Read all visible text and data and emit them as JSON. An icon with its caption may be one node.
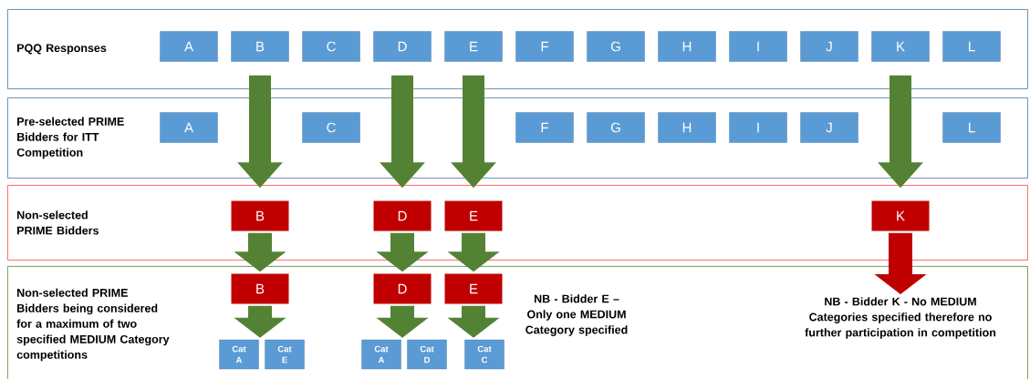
{
  "diagram": {
    "nodes": [
      {
        "text": [
          "PQQ Responses"
        ]
      },
      {
        "text": [
          "A"
        ],
        "in": 0
      },
      {
        "text": [
          "B"
        ],
        "in": 0
      },
      {
        "text": [
          "C"
        ],
        "in": 0
      },
      {
        "text": [
          "D"
        ],
        "in": 0
      },
      {
        "text": [
          "E"
        ],
        "in": 0
      },
      {
        "text": [
          "F"
        ],
        "in": 0
      },
      {
        "text": [
          "G"
        ],
        "in": 0
      },
      {
        "text": [
          "H"
        ],
        "in": 0
      },
      {
        "text": [
          "I"
        ],
        "in": 0
      },
      {
        "text": [
          "J"
        ],
        "in": 0
      },
      {
        "text": [
          "K"
        ],
        "in": 0
      },
      {
        "text": [
          "L"
        ],
        "in": 0
      },
      {
        "text": [
          "Pre-selected PRIME Bidders for ITT Competition"
        ]
      },
      {
        "text": [
          "A"
        ],
        "in": 13
      },
      {
        "text": [
          "C"
        ],
        "in": 13
      },
      {
        "text": [
          "F"
        ],
        "in": 13
      },
      {
        "text": [
          "G"
        ],
        "in": 13
      },
      {
        "text": [
          "H"
        ],
        "in": 13
      },
      {
        "text": [
          "I"
        ],
        "in": 13
      },
      {
        "text": [
          "J"
        ],
        "in": 13
      },
      {
        "text": [
          "L"
        ],
        "in": 13
      },
      {
        "text": [
          "Non-selected PRIME Bidders"
        ]
      },
      {
        "text": [
          "B"
        ],
        "in": 22
      },
      {
        "text": [
          "D"
        ],
        "in": 22
      },
      {
        "text": [
          "E"
        ],
        "in": 22
      },
      {
        "text": [
          "K"
        ],
        "in": 22
      },
      {
        "text": [
          "Non-selected PRIME Bidders being considered for a maximum of two specified MEDIUM Category competitions"
        ]
      },
      {
        "text": [
          "B"
        ],
        "in": 27
      },
      {
        "text": [
          "D"
        ],
        "in": 27
      },
      {
        "text": [
          "E"
        ],
        "in": 27
      },
      {
        "text": [
          "Cat A"
        ],
        "in": 27
      },
      {
        "text": [
          "Cat E"
        ],
        "in": 27
      },
      {
        "text": [
          "Cat A"
        ],
        "in": 27
      },
      {
        "text": [
          "Cat D"
        ],
        "in": 27
      },
      {
        "text": [
          "Cat C"
        ],
        "in": 27
      },
      {
        "text": [
          "NB - Bidder K - No MEDIUM Categories specified therefore no further participation in competition"
        ],
        "in": 27
      }
    ],
    "edges": [
      {
        "from": 2,
        "to": 23,
        "arrow": "to"
      },
      {
        "from": 4,
        "to": 24,
        "arrow": "to"
      },
      {
        "from": 5,
        "to": 25,
        "arrow": "to"
      },
      {
        "from": 11,
        "to": 26,
        "arrow": "to"
      },
      {
        "from": 23,
        "to": 28,
        "arrow": "to"
      },
      {
        "from": 24,
        "to": 29,
        "arrow": "to"
      },
      {
        "from": 25,
        "to": 30,
        "arrow": "to"
      },
      {
        "from": 28,
        "to": 31,
        "arrow": "to"
      },
      {
        "from": 28,
        "to": 32,
        "arrow": "to"
      },
      {
        "from": 29,
        "to": 33,
        "arrow": "to"
      },
      {
        "from": 29,
        "to": 34,
        "arrow": "to"
      },
      {
        "from": 30,
        "to": 35,
        "arrow": "to"
      },
      {
        "from": 26,
        "to": 36,
        "arrow": "to",
        "color": "#c00000"
      }
    ],
    "labels": [
      "NB - Bidder E – Only one MEDIUM Category specified"
    ]
  }
}
